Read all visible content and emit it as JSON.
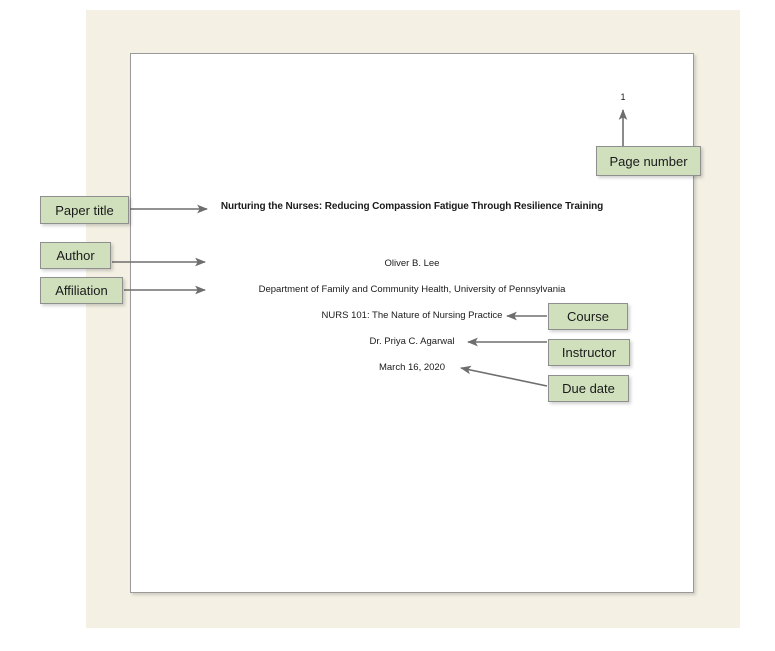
{
  "document": {
    "page_number": "1",
    "title": "Nurturing the Nurses: Reducing Compassion Fatigue Through Resilience Training",
    "author": "Oliver B. Lee",
    "affiliation": "Department of Family and Community Health, University of Pennsylvania",
    "course": "NURS 101: The Nature of Nursing Practice",
    "instructor": "Dr. Priya C. Agarwal",
    "due_date": "March 16, 2020"
  },
  "callouts": {
    "paper_title": "Paper title",
    "author": "Author",
    "affiliation": "Affiliation",
    "page_number": "Page number",
    "course": "Course",
    "instructor": "Instructor",
    "due_date": "Due date"
  },
  "colors": {
    "backdrop": "#F4F1E4",
    "page": "#FFFFFF",
    "callout_fill": "#D0E0BD",
    "callout_border": "#8F8F8F",
    "arrow": "#6E6E6E",
    "text": "#1A1A1A"
  }
}
